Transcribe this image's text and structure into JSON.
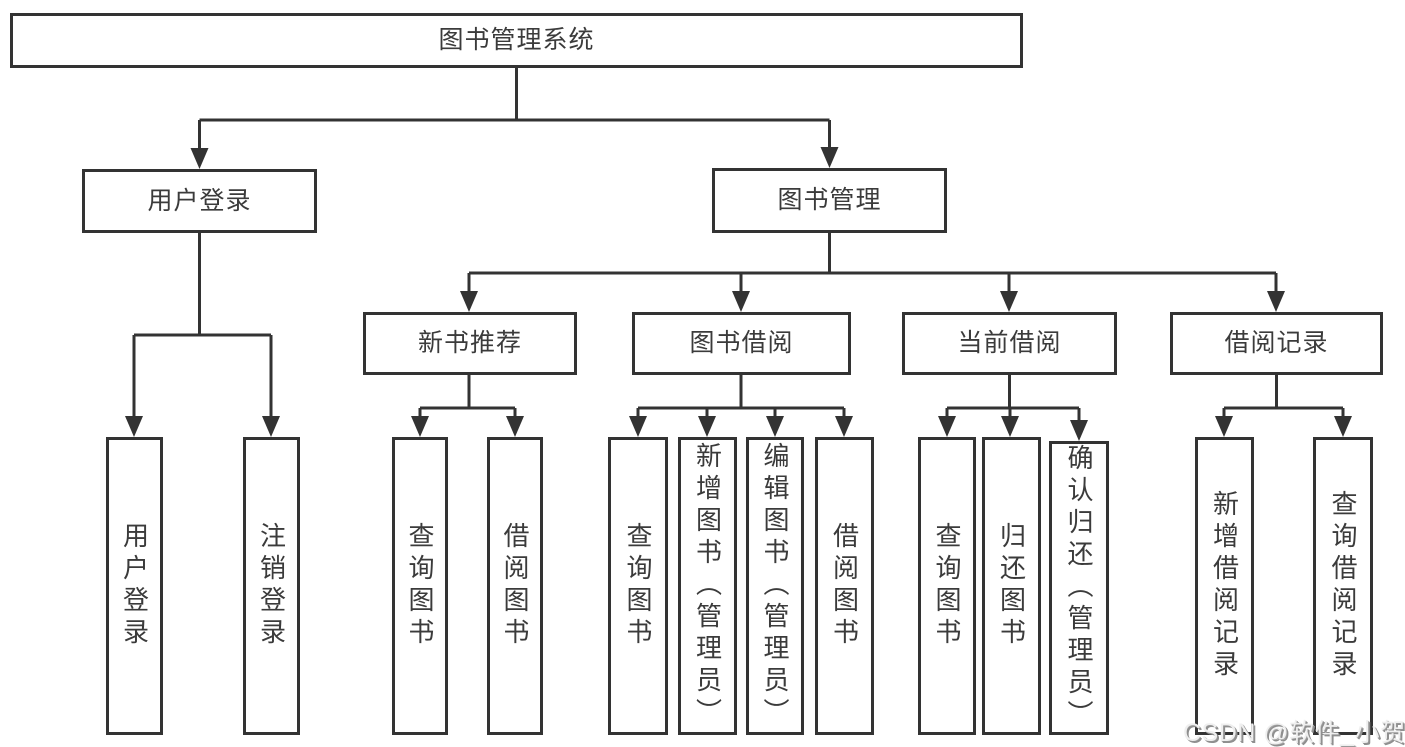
{
  "diagram": {
    "title": "图书管理系统",
    "user_login": {
      "label": "用户登录",
      "children": {
        "login": "用户登录",
        "logout": "注销登录"
      }
    },
    "book_mgmt": {
      "label": "图书管理",
      "new_book": {
        "label": "新书推荐",
        "children": {
          "query_book": "查询图书",
          "borrow_book": "借阅图书"
        }
      },
      "book_borrow": {
        "label": "图书借阅",
        "children": {
          "query_book": "查询图书",
          "add_book": "新增图书（管理员）",
          "edit_book": "编辑图书（管理员）",
          "borrow_book": "借阅图书"
        }
      },
      "current_borrow": {
        "label": "当前借阅",
        "children": {
          "query_book": "查询图书",
          "return_book": "归还图书",
          "confirm_return": "确认归还（管理员）"
        }
      },
      "borrow_record": {
        "label": "借阅记录",
        "children": {
          "add_record": "新增借阅记录",
          "query_record": "查询借阅记录"
        }
      }
    }
  },
  "watermark": "CSDN @软件_小贺同学",
  "colors": {
    "line": "#333333",
    "text": "#3b3b3b",
    "background": "#ffffff"
  }
}
